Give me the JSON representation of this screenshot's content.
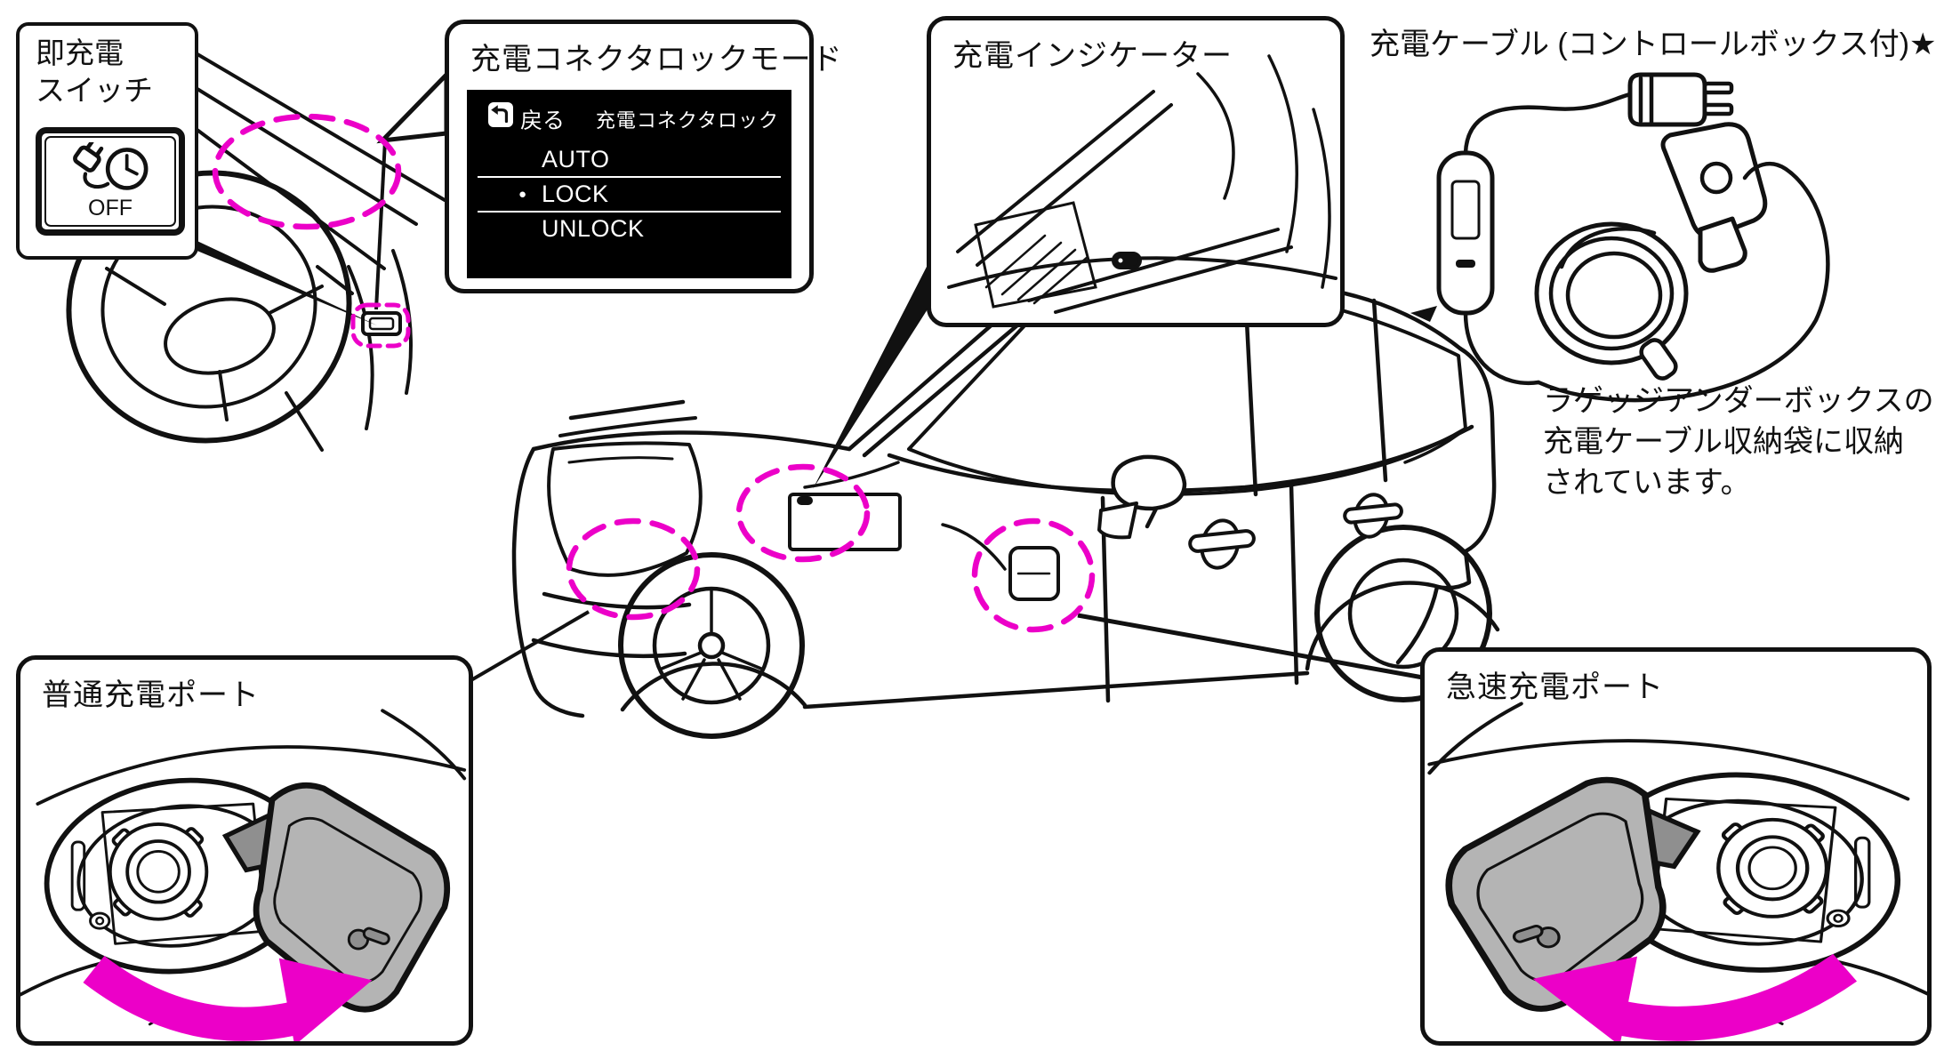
{
  "colors": {
    "line_black": "#111111",
    "accent_magenta": "#EC00C8",
    "lid_gray": "#B4B4B4",
    "screen_bg": "#000000"
  },
  "icons": {
    "back_arrow": "return-arrow",
    "charge_switch": "plug-with-timer",
    "selected_marker": "●"
  },
  "callouts": {
    "quick_charge_switch": {
      "title_line1": "即充電",
      "title_line2": "スイッチ",
      "button_label": "OFF"
    },
    "connector_lock_mode": {
      "title": "充電コネクタロックモード",
      "screen": {
        "back_label": "戻る",
        "header_right": "充電コネクタロック",
        "options": [
          "AUTO",
          "LOCK",
          "UNLOCK"
        ],
        "selected_option": "LOCK",
        "selected_marker": "●"
      }
    },
    "charge_indicator": {
      "title": "充電インジケーター"
    },
    "charge_cable": {
      "title": "充電ケーブル (コントロールボックス付)★",
      "note_lines": [
        "ラゲッジアンダーボックスの",
        "充電ケーブル収納袋に収納",
        "されています。"
      ]
    },
    "normal_charge_port": {
      "title": "普通充電ポート"
    },
    "quick_charge_port": {
      "title": "急速充電ポート"
    }
  }
}
